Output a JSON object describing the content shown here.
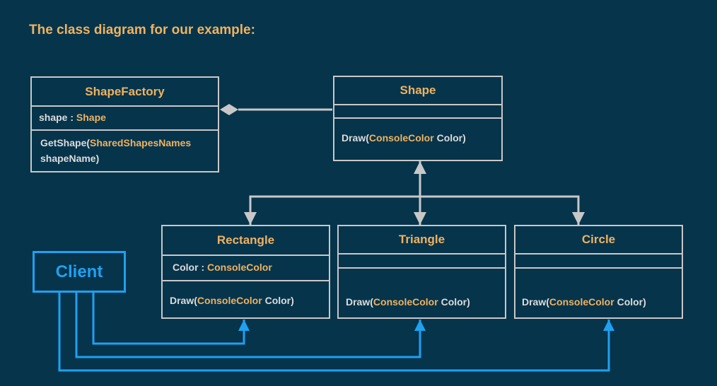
{
  "title": "The class diagram for our example:",
  "shape_factory": {
    "name": "ShapeFactory",
    "field_name": "shape : ",
    "field_type": "Shape",
    "method_name": "GetShape(",
    "method_param_type": "SharedShapesNames",
    "method_param_rest": "shapeName)"
  },
  "shape": {
    "name": "Shape",
    "method_prefix": "Draw(",
    "method_type": "ConsoleColor",
    "method_suffix": " Color)"
  },
  "rectangle": {
    "name": "Rectangle",
    "field_name": "Color : ",
    "field_type": "ConsoleColor",
    "method_prefix": "Draw(",
    "method_type": "ConsoleColor",
    "method_suffix": " Color)"
  },
  "triangle": {
    "name": "Triangle",
    "method_prefix": "Draw(",
    "method_type": "ConsoleColor",
    "method_suffix": " Color)"
  },
  "circle": {
    "name": "Circle",
    "method_prefix": "Draw(",
    "method_type": "ConsoleColor",
    "method_suffix": " Color)"
  },
  "client": {
    "name": "Client"
  },
  "colors": {
    "background": "#06344b",
    "accent": "#f0b260",
    "line": "#c8c8c8",
    "client": "#1ea1f2"
  }
}
